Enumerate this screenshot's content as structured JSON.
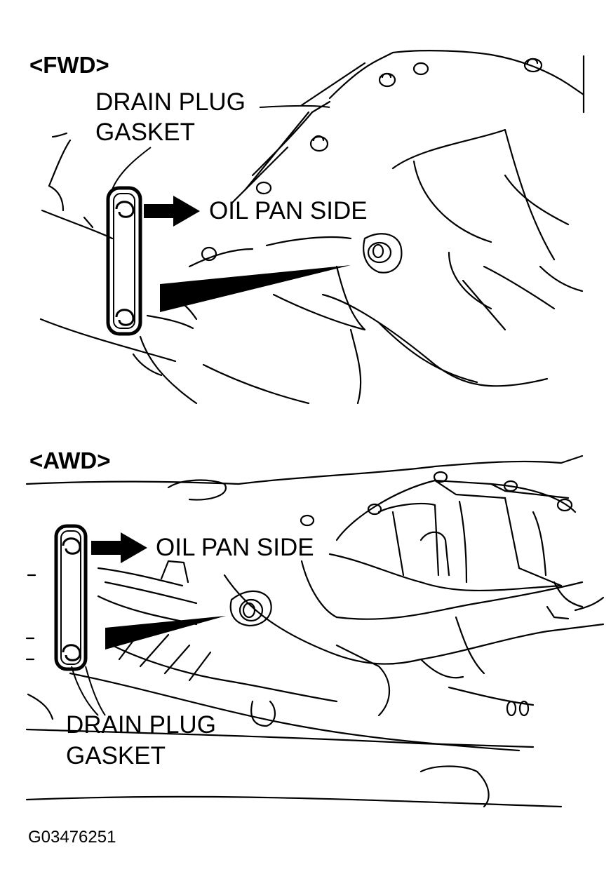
{
  "fwd": {
    "title": "<FWD>",
    "drain_plug_line1": "DRAIN PLUG",
    "drain_plug_line2": "GASKET",
    "oil_pan_side": "OIL PAN SIDE"
  },
  "awd": {
    "title": "<AWD>",
    "drain_plug_line1": "DRAIN PLUG",
    "drain_plug_line2": "GASKET",
    "oil_pan_side": "OIL PAN SIDE"
  },
  "figure_id": "G03476251",
  "icons": [
    "arrow-right-icon",
    "gasket-icon",
    "drain-plug-icon"
  ]
}
